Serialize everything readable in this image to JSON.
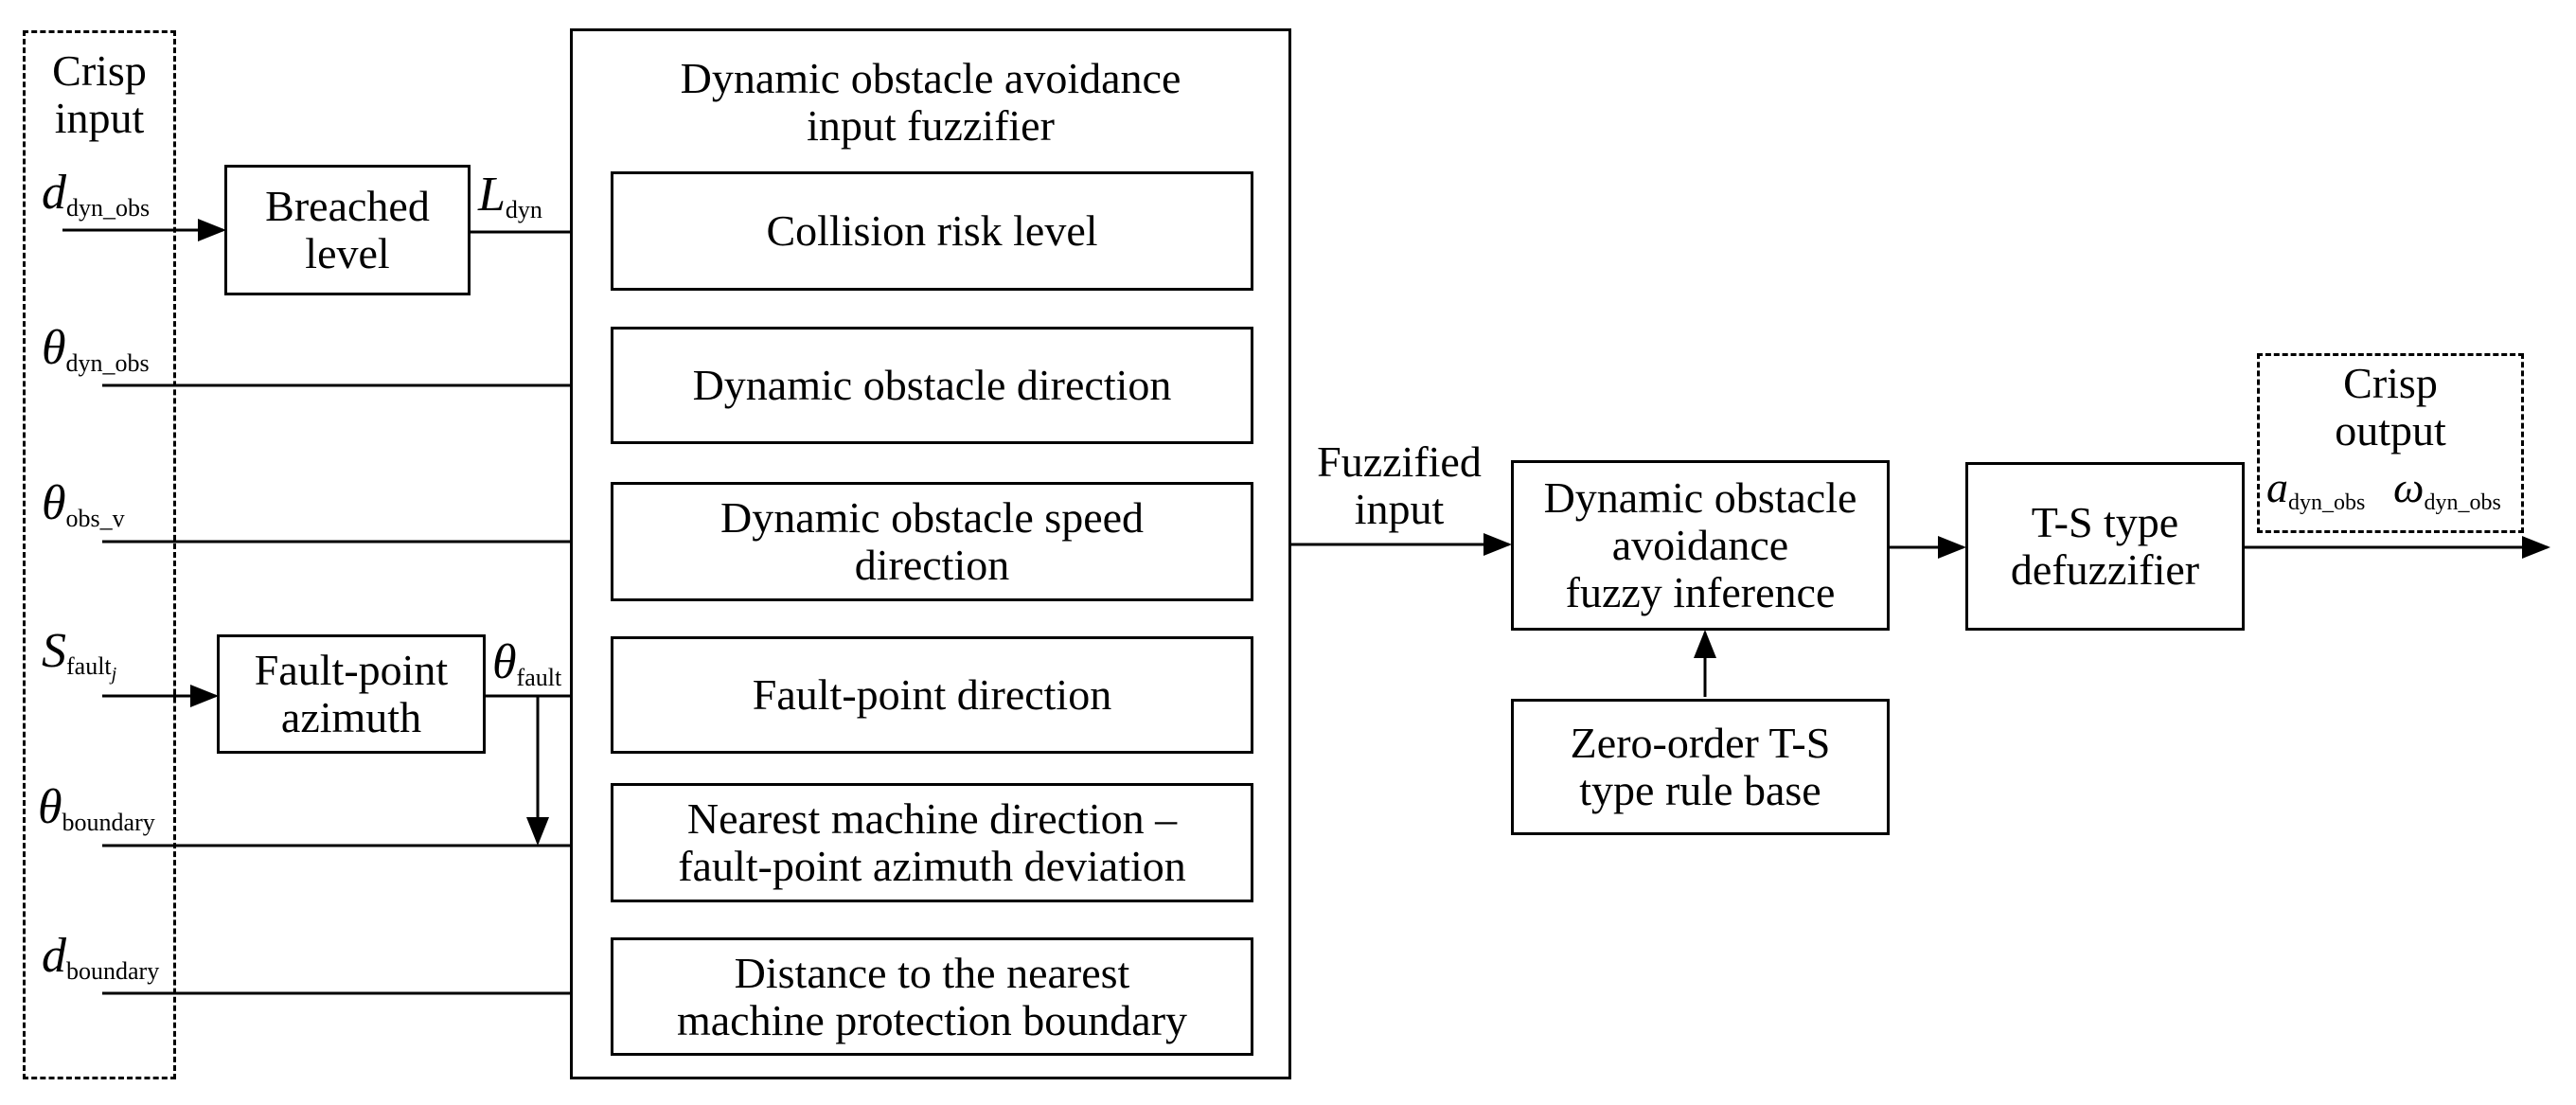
{
  "crisp_input": {
    "line1": "Crisp",
    "line2": "input"
  },
  "crisp_output": {
    "line1": "Crisp",
    "line2": "output"
  },
  "fuzzifier_title": {
    "line1": "Dynamic obstacle avoidance",
    "line2": "input fuzzifier"
  },
  "breached_level": {
    "line1": "Breached",
    "line2": "level"
  },
  "fault_point_azimuth": {
    "line1": "Fault-point",
    "line2": "azimuth"
  },
  "fuzzifier_items": [
    {
      "line1": "Collision risk level",
      "line2": ""
    },
    {
      "line1": "Dynamic obstacle direction",
      "line2": ""
    },
    {
      "line1": "Dynamic obstacle speed",
      "line2": "direction"
    },
    {
      "line1": "Fault-point direction",
      "line2": ""
    },
    {
      "line1": "Nearest machine direction –",
      "line2": "fault-point azimuth deviation"
    },
    {
      "line1": "Distance to the nearest",
      "line2": "machine protection boundary"
    }
  ],
  "fuzzified_input": {
    "line1": "Fuzzified",
    "line2": "input"
  },
  "inference": {
    "line1": "Dynamic obstacle",
    "line2": "avoidance",
    "line3": "fuzzy inference"
  },
  "rule_base": {
    "line1": "Zero-order T-S",
    "line2": "type rule base"
  },
  "defuzzifier": {
    "line1": "T-S type",
    "line2": "defuzzifier"
  },
  "symbols": {
    "d_dyn_obs": {
      "base": "d",
      "sub": "dyn_obs"
    },
    "theta_dyn_obs": {
      "base": "θ",
      "sub": "dyn_obs"
    },
    "theta_obs_v": {
      "base": "θ",
      "sub": "obs_v"
    },
    "s_fault": {
      "base": "S",
      "sub": "fault",
      "subsub": "j"
    },
    "theta_boundary": {
      "base": "θ",
      "sub": "boundary"
    },
    "d_boundary": {
      "base": "d",
      "sub": "boundary"
    },
    "l_dyn": {
      "base": "L",
      "sub": "dyn"
    },
    "theta_fault": {
      "base": "θ",
      "sub": "fault"
    },
    "a_dyn_obs": {
      "base": "a",
      "sub": "dyn_obs"
    },
    "omega_dyn_obs": {
      "base": "ω",
      "sub": "dyn_obs"
    }
  }
}
